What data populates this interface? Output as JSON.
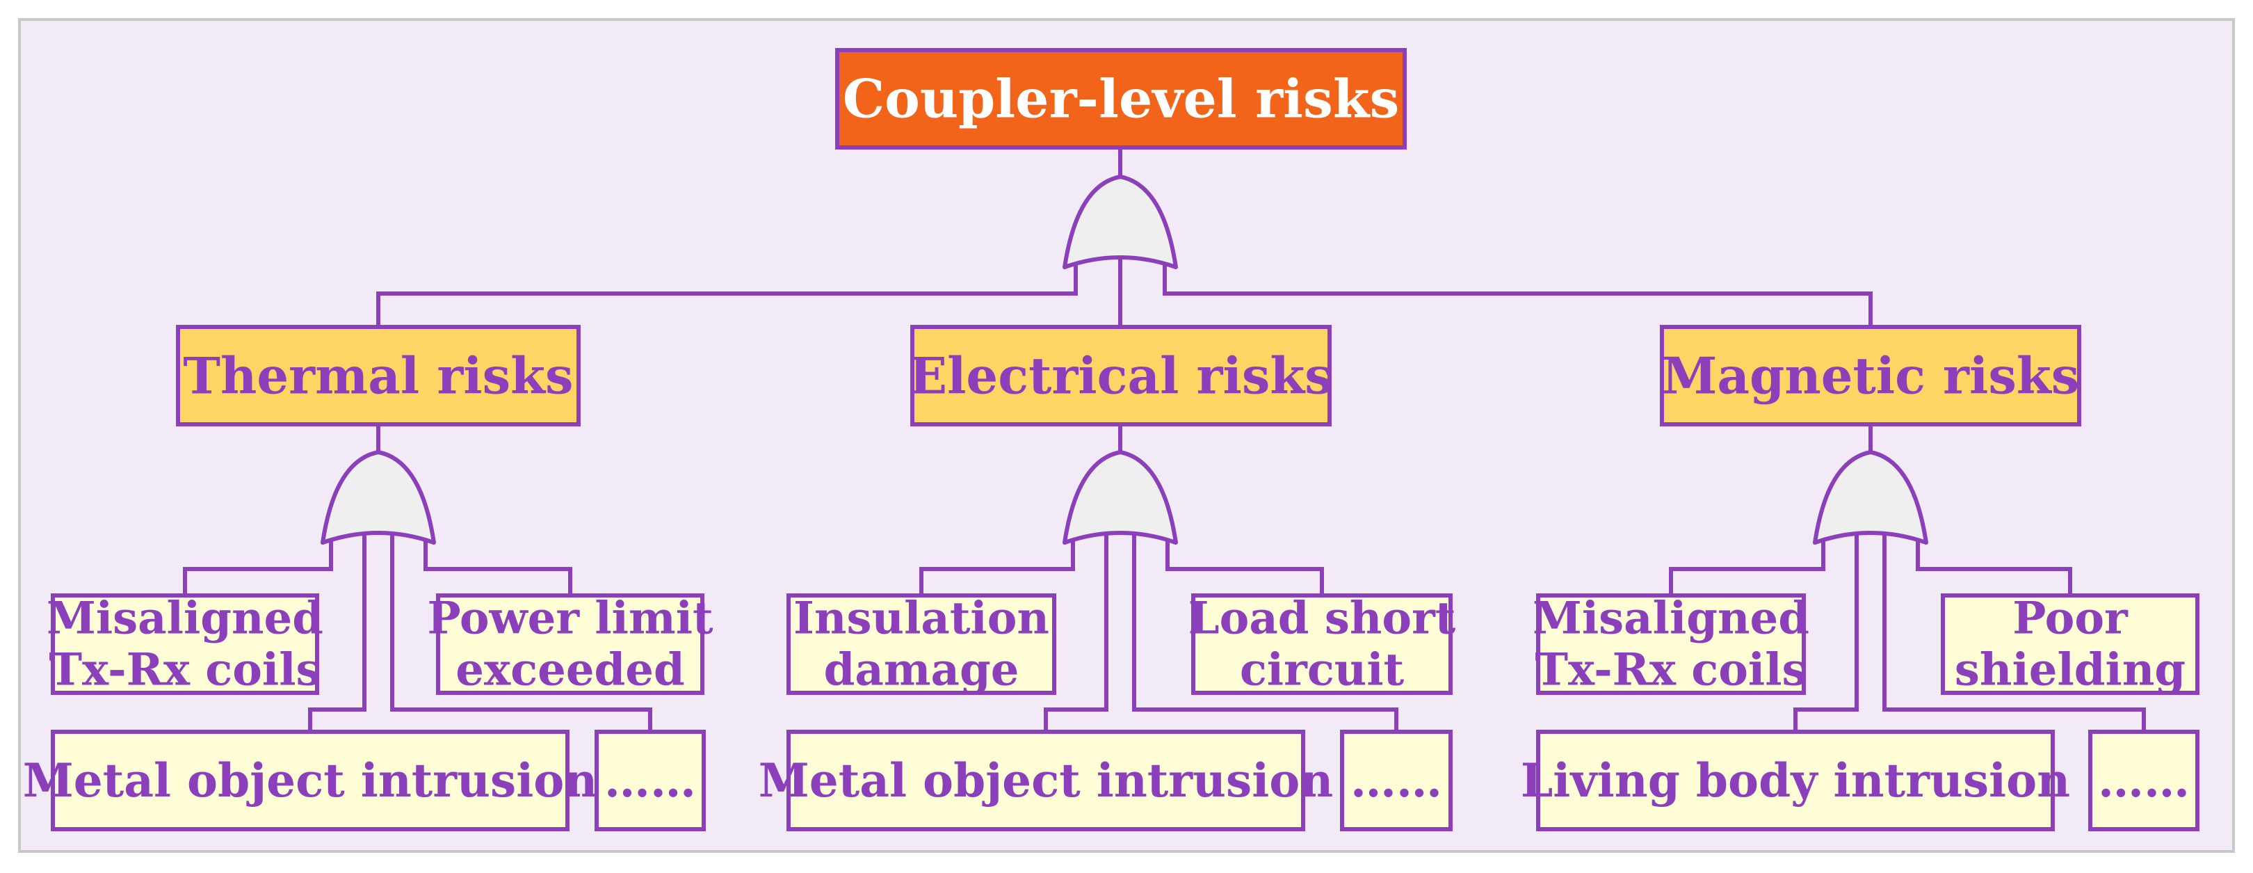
{
  "colors": {
    "background": "#f2eaf6",
    "frame": "#c8c8c8",
    "line": "#8b3fba",
    "text_purple": "#8b3fba",
    "top_fill": "#f26419",
    "top_text": "#ffffff",
    "mid_fill": "#fed465",
    "leaf_fill": "#fefdd5",
    "gate_fill": "#efeff0"
  },
  "top": {
    "label": "Coupler-level risks"
  },
  "branches": [
    {
      "label": "Thermal risks",
      "leaves": [
        {
          "lines": [
            "Misaligned",
            "Tx-Rx coils"
          ]
        },
        {
          "lines": [
            "Power limit",
            "exceeded"
          ]
        },
        {
          "lines": [
            "Metal object intrusion"
          ]
        },
        {
          "lines": [
            "……"
          ]
        }
      ]
    },
    {
      "label": "Electrical risks",
      "leaves": [
        {
          "lines": [
            "Insulation",
            "damage"
          ]
        },
        {
          "lines": [
            "Load short",
            "circuit"
          ]
        },
        {
          "lines": [
            "Metal object intrusion"
          ]
        },
        {
          "lines": [
            "……"
          ]
        }
      ]
    },
    {
      "label": "Magnetic risks",
      "leaves": [
        {
          "lines": [
            "Misaligned",
            "Tx-Rx coils"
          ]
        },
        {
          "lines": [
            "Poor",
            "shielding"
          ]
        },
        {
          "lines": [
            "Living body intrusion"
          ]
        },
        {
          "lines": [
            "……"
          ]
        }
      ]
    }
  ]
}
